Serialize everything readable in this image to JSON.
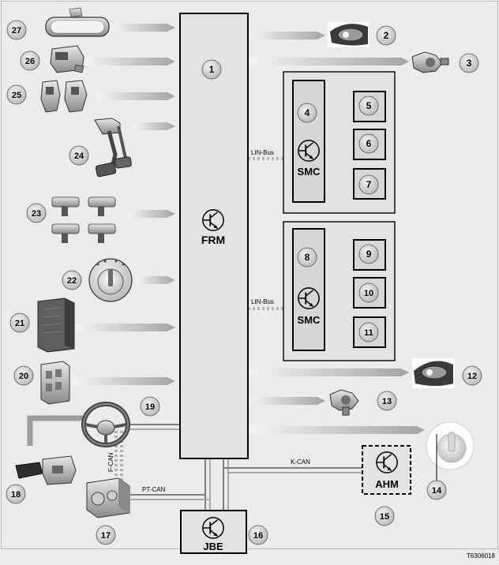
{
  "diagram": {
    "modules": {
      "frm": "FRM",
      "jbe": "JBE",
      "ahm": "AHM",
      "smc_upper": "SMC",
      "smc_lower": "SMC"
    },
    "bus_labels": {
      "lin_upper": "LIN-Bus",
      "lin_lower": "LIN-Bus",
      "k_can": "K-CAN",
      "pt_can": "PT-CAN",
      "f_can": "F-CAN"
    },
    "callouts": [
      "1",
      "2",
      "3",
      "4",
      "5",
      "6",
      "7",
      "8",
      "9",
      "10",
      "11",
      "12",
      "13",
      "14",
      "15",
      "16",
      "17",
      "18",
      "19",
      "20",
      "21",
      "22",
      "23",
      "24",
      "25",
      "26",
      "27"
    ],
    "figure_id": "T6306018"
  }
}
